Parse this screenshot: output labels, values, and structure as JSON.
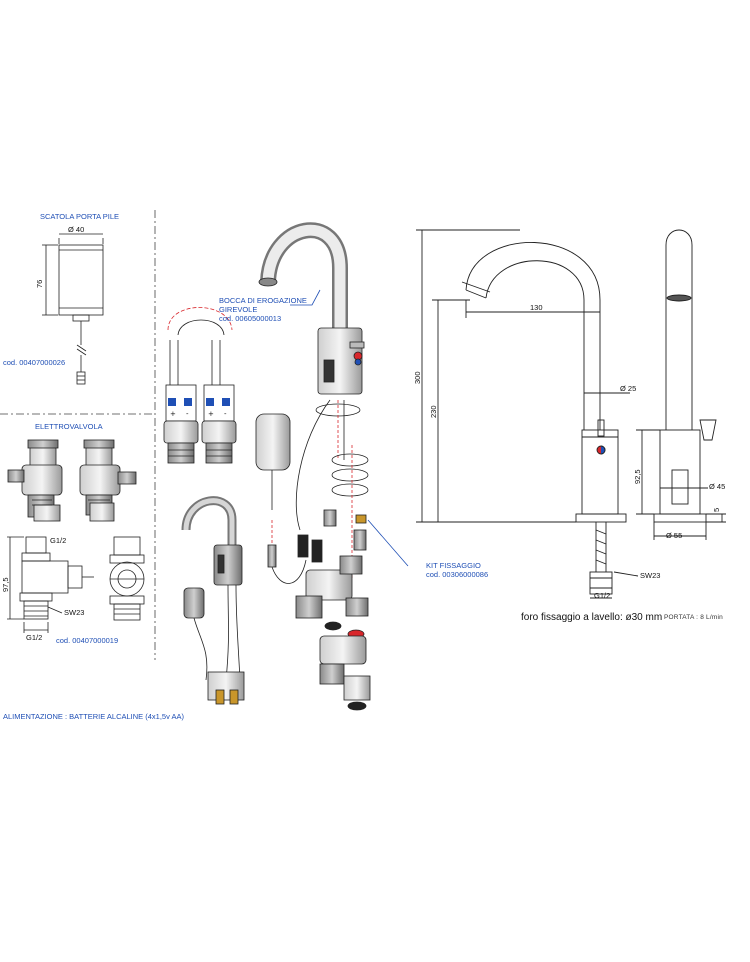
{
  "sections": {
    "battery_box": {
      "title": "SCATOLA PORTA PILE",
      "code": "cod. 00407000026",
      "dim_width": "Ø 40",
      "dim_height": "76"
    },
    "solenoid": {
      "title": "ELETTROVALVOLA",
      "code": "cod. 00407000019",
      "dim_g_top": "G1/2",
      "dim_g_bottom": "G1/2",
      "dim_height": "97,5",
      "dim_sw": "SW23"
    },
    "spout": {
      "title_line1": "BOCCA DI EROGAZIONE",
      "title_line2": "GIREVOLE",
      "code": "cod. 00605000013"
    },
    "fixing_kit": {
      "title": "KIT FISSAGGIO",
      "code": "cod. 00306000086"
    },
    "power_note": "ALIMENTAZIONE : BATTERIE ALCALINE (4x1,5v AA)"
  },
  "drawing_dims": {
    "reach": "130",
    "total_height": "300",
    "spout_height": "230",
    "spout_diameter": "Ø 25",
    "body_height": "92,5",
    "body_diameter": "Ø 45",
    "base_thickness": "5",
    "base_diameter": "Ø 55",
    "connector_sw": "SW23",
    "connector_g": "G1/2"
  },
  "notes": {
    "hole": "foro fissaggio a lavello: ø30 mm",
    "flow": "PORTATA : 8 L/min"
  },
  "colors": {
    "label_blue": "#1f4fb5",
    "line": "#222222",
    "hot": "#d8262b",
    "cold": "#1f4fb5"
  }
}
